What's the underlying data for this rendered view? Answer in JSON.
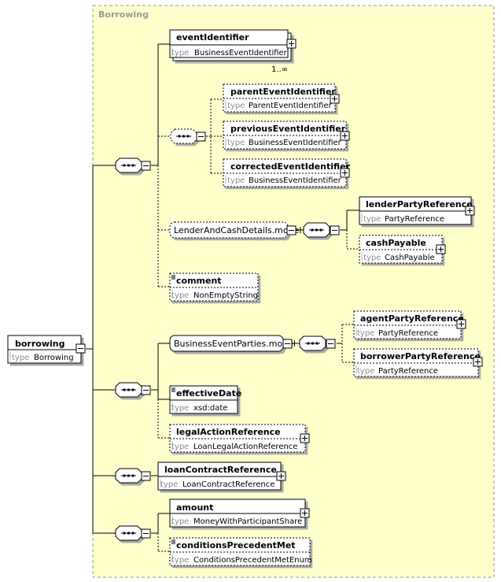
{
  "group_title": "Borrowing",
  "type_label": "type",
  "root": {
    "name": "borrowing",
    "type": "Borrowing"
  },
  "elements": {
    "eventIdentifier": {
      "name": "eventIdentifier",
      "type": "BusinessEventIdentifier",
      "occurrence": "1..∞"
    },
    "parentEventIdentifier": {
      "name": "parentEventIdentifier",
      "type": "ParentEventIdentifier"
    },
    "previousEventIdentifier": {
      "name": "previousEventIdentifier",
      "type": "BusinessEventIdentifier"
    },
    "correctedEventIdentifier": {
      "name": "correctedEventIdentifier",
      "type": "BusinessEventIdentifier"
    },
    "lenderPartyReference": {
      "name": "lenderPartyReference",
      "type": "PartyReference"
    },
    "cashPayable": {
      "name": "cashPayable",
      "type": "CashPayable"
    },
    "comment": {
      "name": "comment",
      "type": "NonEmptyString"
    },
    "agentPartyReference": {
      "name": "agentPartyReference",
      "type": "PartyReference"
    },
    "borrowerPartyReference": {
      "name": "borrowerPartyReference",
      "type": "PartyReference"
    },
    "effectiveDate": {
      "name": "effectiveDate",
      "type": "xsd:date"
    },
    "legalActionReference": {
      "name": "legalActionReference",
      "type": "LoanLegalActionReference"
    },
    "loanContractReference": {
      "name": "loanContractReference",
      "type": "LoanContractReference"
    },
    "amount": {
      "name": "amount",
      "type": "MoneyWithParticipantShare"
    },
    "conditionsPrecedentMet": {
      "name": "conditionsPrecedentMet",
      "type": "ConditionsPrecedentMetEnum"
    }
  },
  "models": {
    "lenderAndCash": "LenderAndCashDetails.model",
    "businessEventParties": "BusinessEventParties.model"
  },
  "colors": {
    "group_fill": "#ffffcc",
    "group_border": "#999999",
    "box_border": "#000000",
    "type_text": "#8c8c8c"
  }
}
